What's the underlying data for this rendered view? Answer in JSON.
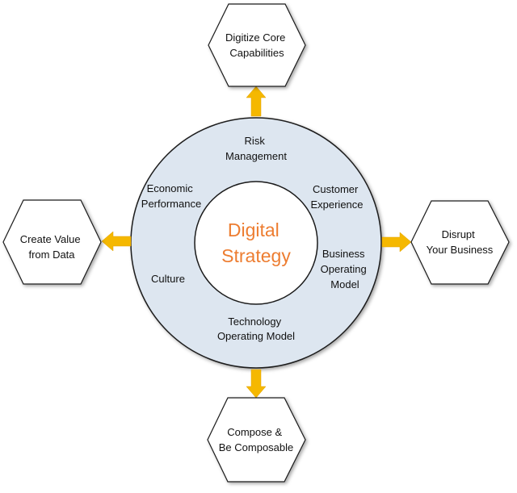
{
  "diagram": {
    "center": {
      "lines": [
        "Digital",
        "Strategy"
      ]
    },
    "ring_labels": {
      "risk": [
        "Risk",
        "Management"
      ],
      "customer": [
        "Customer",
        "Experience"
      ],
      "business": [
        "Business",
        "Operating",
        "Model"
      ],
      "technology": [
        "Technology",
        "Operating Model"
      ],
      "culture": [
        "Culture"
      ],
      "economic": [
        "Economic",
        "Performance"
      ]
    },
    "outcomes": {
      "top": [
        "Digitize Core",
        "Capabilities"
      ],
      "right": [
        "Disrupt",
        "Your Business"
      ],
      "bottom": [
        "Compose &",
        "Be Composable"
      ],
      "left": [
        "Create Value",
        "from Data"
      ]
    },
    "colors": {
      "ring_fill": "#dde6f0",
      "ring_stroke": "#1a1a1a",
      "center_text": "#ed7d31",
      "arrow": "#f5b800",
      "hex_fill": "#ffffff",
      "hex_stroke": "#1a1a1a"
    }
  }
}
